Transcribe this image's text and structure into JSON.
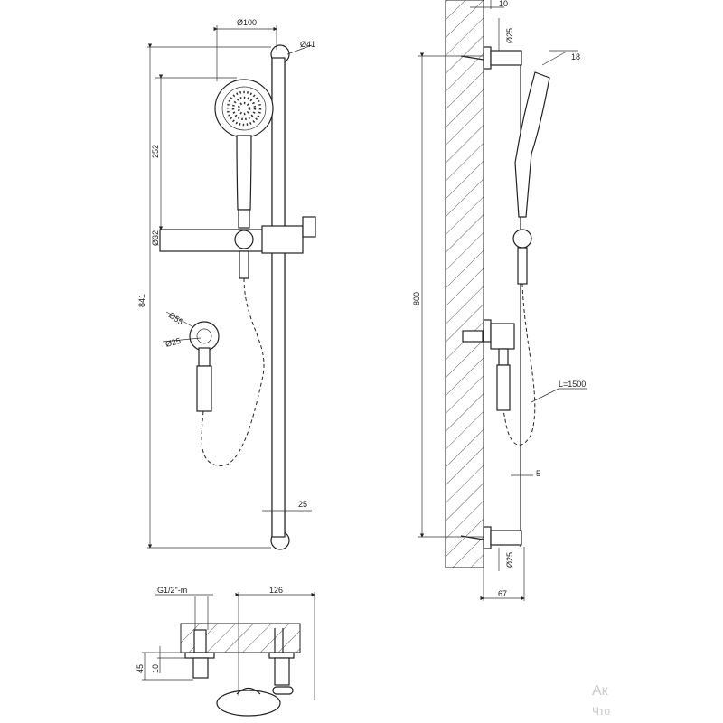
{
  "dimensions": {
    "front": {
      "head_diameter": "Ø100",
      "bracket_diameter": "Ø41",
      "head_height": "252",
      "slider_diameter": "Ø32",
      "total_height": "841",
      "outlet_outer_diameter": "Ø55",
      "outlet_inner_diameter": "Ø25",
      "rail_offset": "25"
    },
    "side": {
      "bracket_depth": "10",
      "top_bracket_diameter": "Ø25",
      "head_thickness": "18",
      "bracket_spacing": "800",
      "hose_length": "L=1500",
      "rail_gap": "5",
      "bottom_bracket_diameter": "Ø25",
      "total_depth": "67"
    },
    "top": {
      "thread": "G1/2\"-m",
      "projection": "126",
      "outlet_height": "45",
      "flange": "10"
    }
  },
  "watermark": {
    "line1": "Ак",
    "line2": "Что"
  }
}
